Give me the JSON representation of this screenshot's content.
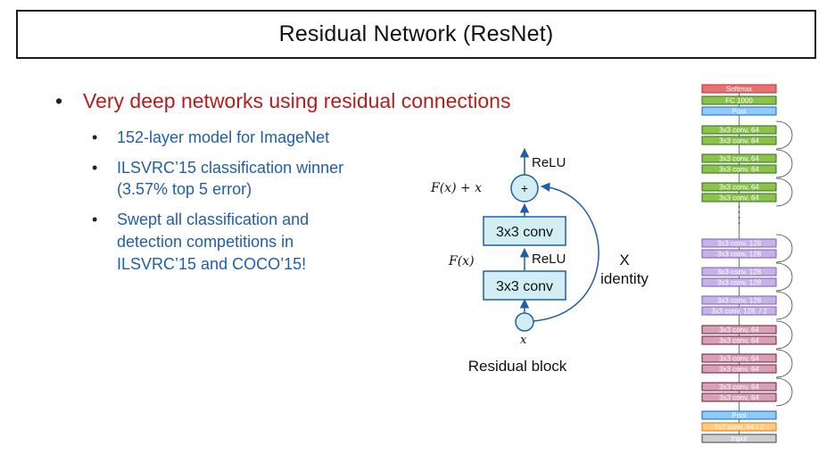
{
  "slide": {
    "title": "Residual Network (ResNet)",
    "main_bullet": "Very deep networks using residual connections",
    "sub_bullets": [
      [
        "152-layer model for ImageNet"
      ],
      [
        "ILSVRC’15 classification winner",
        "(3.57% top 5 error)"
      ],
      [
        "Swept all classification and",
        "detection competitions in",
        "ILSVRC’15 and COCO’15!"
      ]
    ]
  },
  "residual_block": {
    "top_relu": "ReLU",
    "plus": "+",
    "fx_plus_x": "F(x) + x",
    "conv_top": "3x3 conv",
    "fx": "F(x)",
    "mid_relu": "ReLU",
    "conv_bottom": "3x3 conv",
    "x": "x",
    "skip_x": "X",
    "skip_identity": "identity",
    "caption": "Residual block"
  },
  "network_stack": {
    "colors": {
      "red": "#e57373",
      "red_border": "#c62828",
      "green": "#8bc34a",
      "green_border": "#33691e",
      "blue": "#90caf9",
      "blue_border": "#1565c0",
      "purple": "#c5b3e6",
      "purple_border": "#7e57c2",
      "maroon": "#d8a0b4",
      "maroon_border": "#6d1b3b",
      "orange": "#ffcc80",
      "orange_border": "#ef6c00",
      "gray": "#cfcfcf",
      "gray_border": "#424242"
    },
    "layers": [
      {
        "label": "Softmax",
        "color": "red"
      },
      {
        "label": "FC 1000",
        "color": "green"
      },
      {
        "label": "Pool",
        "color": "blue"
      },
      {
        "label": "3x3 conv, 64",
        "color": "green"
      },
      {
        "label": "3x3 conv, 64",
        "color": "green"
      },
      {
        "label": "3x3 conv, 64",
        "color": "green"
      },
      {
        "label": "3x3 conv, 64",
        "color": "green"
      },
      {
        "label": "3x3 conv, 64",
        "color": "green"
      },
      {
        "label": "3x3 conv, 64",
        "color": "green"
      },
      {
        "label": "3x3 conv, 128",
        "color": "purple"
      },
      {
        "label": "3x3 conv, 128",
        "color": "purple"
      },
      {
        "label": "3x3 conv, 128",
        "color": "purple"
      },
      {
        "label": "3x3 conv, 128",
        "color": "purple"
      },
      {
        "label": "3x3 conv, 128",
        "color": "purple"
      },
      {
        "label": "3x3 conv, 128, / 2",
        "color": "purple"
      },
      {
        "label": "3x3 conv, 64",
        "color": "maroon"
      },
      {
        "label": "3x3 conv, 64",
        "color": "maroon"
      },
      {
        "label": "3x3 conv, 64",
        "color": "maroon"
      },
      {
        "label": "3x3 conv, 64",
        "color": "maroon"
      },
      {
        "label": "3x3 conv, 64",
        "color": "maroon"
      },
      {
        "label": "3x3 conv, 64",
        "color": "maroon"
      },
      {
        "label": "Pool",
        "color": "blue"
      },
      {
        "label": "7x7 conv, 64 / 2",
        "color": "orange"
      },
      {
        "label": "Input",
        "color": "gray"
      }
    ]
  }
}
